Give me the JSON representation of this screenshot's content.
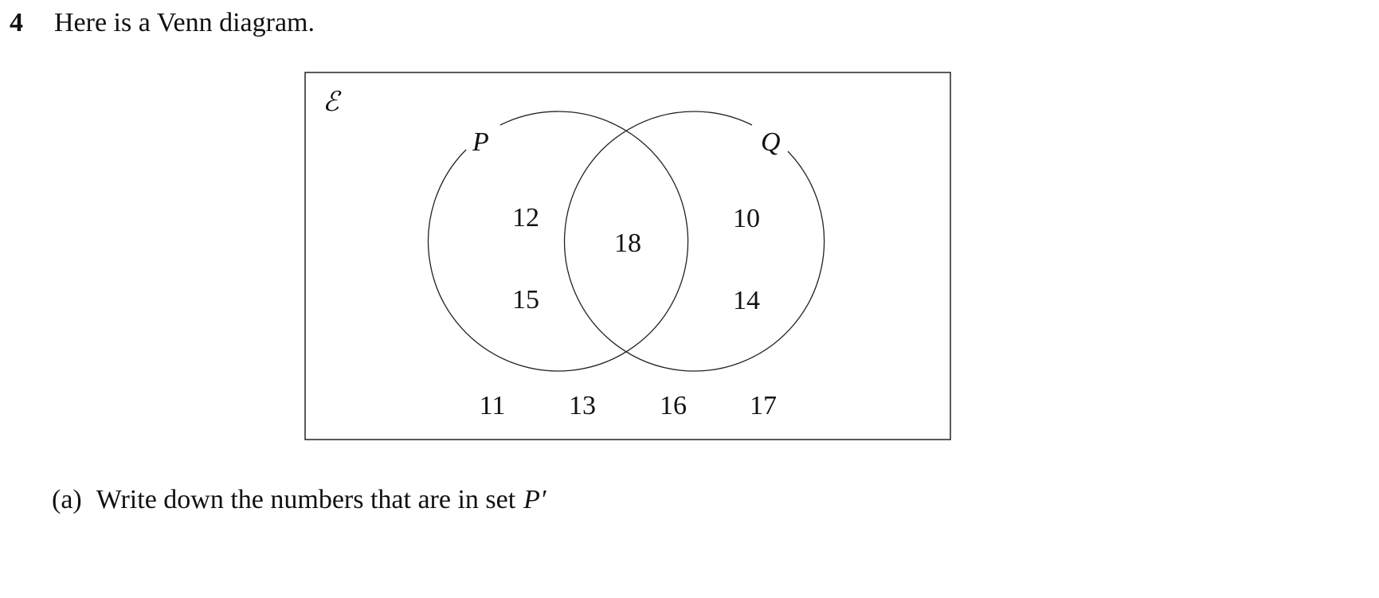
{
  "question": {
    "number": "4",
    "text": "Here is a Venn diagram."
  },
  "venn": {
    "universal_symbol": "ℰ",
    "set_p_label": "P",
    "set_q_label": "Q",
    "p_only": [
      "12",
      "15"
    ],
    "intersection": [
      "18"
    ],
    "q_only": [
      "10",
      "14"
    ],
    "outside": [
      "11",
      "13",
      "16",
      "17"
    ]
  },
  "part_a": {
    "label": "(a)",
    "text": "Write down the numbers that are in set",
    "set": "P′"
  }
}
